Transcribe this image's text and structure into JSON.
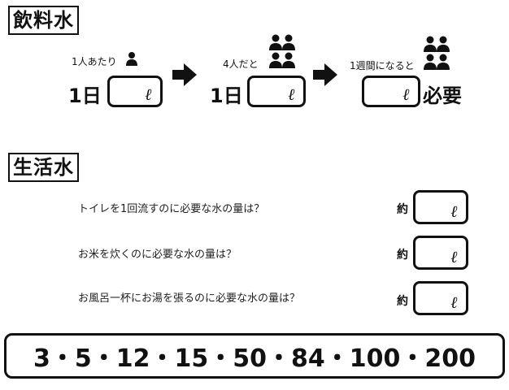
{
  "drinking": {
    "title": "飲料水",
    "step1": {
      "caption": "1人あたり",
      "day": "1日",
      "unit": "ℓ"
    },
    "step2": {
      "caption": "4人だと",
      "day": "1日",
      "unit": "ℓ"
    },
    "step3": {
      "caption": "1週間になると",
      "unit": "ℓ",
      "suffix": "必要"
    }
  },
  "living": {
    "title": "生活水",
    "questions": [
      {
        "text": "トイレを1回流すのに必要な水の量は？",
        "approx": "約",
        "unit": "ℓ"
      },
      {
        "text": "お米を炊くのに必要な水の量は？",
        "approx": "約",
        "unit": "ℓ"
      },
      {
        "text": "お風呂一杯にお湯を張るのに必要な水の量は？",
        "approx": "約",
        "unit": "ℓ"
      }
    ]
  },
  "choices": {
    "text": "3・5・12・15・50・84・100・200"
  },
  "icons": [
    "person-icon",
    "family-icon",
    "arrow-right-icon"
  ]
}
